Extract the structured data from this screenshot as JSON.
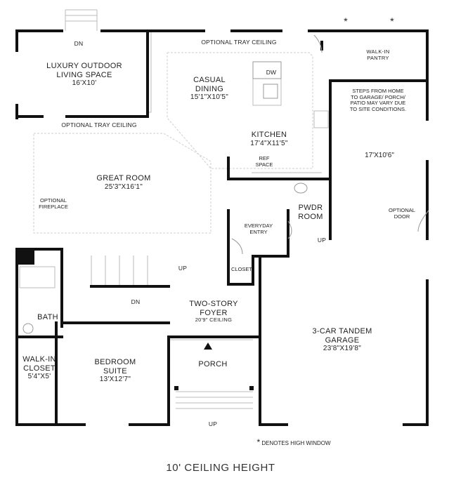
{
  "title": "10' CEILING HEIGHT",
  "note": "DENOTES HIGH WINDOW",
  "note_symbol": "*",
  "high_window_marks": [
    "*",
    "*"
  ],
  "rooms": {
    "outdoor": {
      "name": "LUXURY OUTDOOR",
      "name2": "LIVING SPACE",
      "dim": "16'X10'"
    },
    "casual_dining": {
      "name": "CASUAL",
      "name2": "DINING",
      "dim": "15'1\"X10'5\""
    },
    "kitchen": {
      "name": "KITCHEN",
      "dim": "17'4\"X11'5\""
    },
    "great_room": {
      "name": "GREAT ROOM",
      "dim": "25'3\"X16'1\""
    },
    "pantry": {
      "name": "WALK-IN",
      "name2": "PANTRY"
    },
    "garage_note": {
      "line1": "STEPS FROM HOME",
      "line2": "TO GARAGE/ PORCH/",
      "line3": "PATIO MAY VARY DUE",
      "line4": "TO SITE CONDITIONS."
    },
    "garage_extra_dim": "17'X10'6\"",
    "pwdr": {
      "name": "PWDR",
      "name2": "ROOM"
    },
    "everyday_entry": {
      "name": "EVERYDAY",
      "name2": "ENTRY"
    },
    "closet": {
      "name": "CLOSET"
    },
    "foyer": {
      "name": "TWO-STORY",
      "name2": "FOYER",
      "dim": "20'9\" CEILING"
    },
    "garage": {
      "name": "3-CAR TANDEM",
      "name2": "GARAGE",
      "dim": "23'8\"X19'8\""
    },
    "bath": {
      "name": "BATH"
    },
    "walkin_closet": {
      "name": "WALK-IN",
      "name2": "CLOSET",
      "dim": "5'4\"X5'"
    },
    "bedroom": {
      "name": "BEDROOM",
      "name2": "SUITE",
      "dim": "13'X12'7\""
    },
    "porch": {
      "name": "PORCH"
    }
  },
  "annotations": {
    "optional_tray_top": "OPTIONAL TRAY CEILING",
    "optional_tray_left": "OPTIONAL TRAY CEILING",
    "optional_fireplace": "OPTIONAL",
    "optional_fireplace2": "FIREPLACE",
    "optional_door": "OPTIONAL",
    "optional_door2": "DOOR",
    "dw": "DW",
    "ref": "REF",
    "ref2": "SPACE",
    "dn_outdoor": "DN",
    "dn_stair": "DN",
    "up_stair": "UP",
    "up_garage": "UP",
    "up_porch": "UP"
  },
  "colors": {
    "wall": "#111111",
    "thin": "#bbbbbb",
    "dash": "#cfcfcf",
    "text": "#222222"
  }
}
